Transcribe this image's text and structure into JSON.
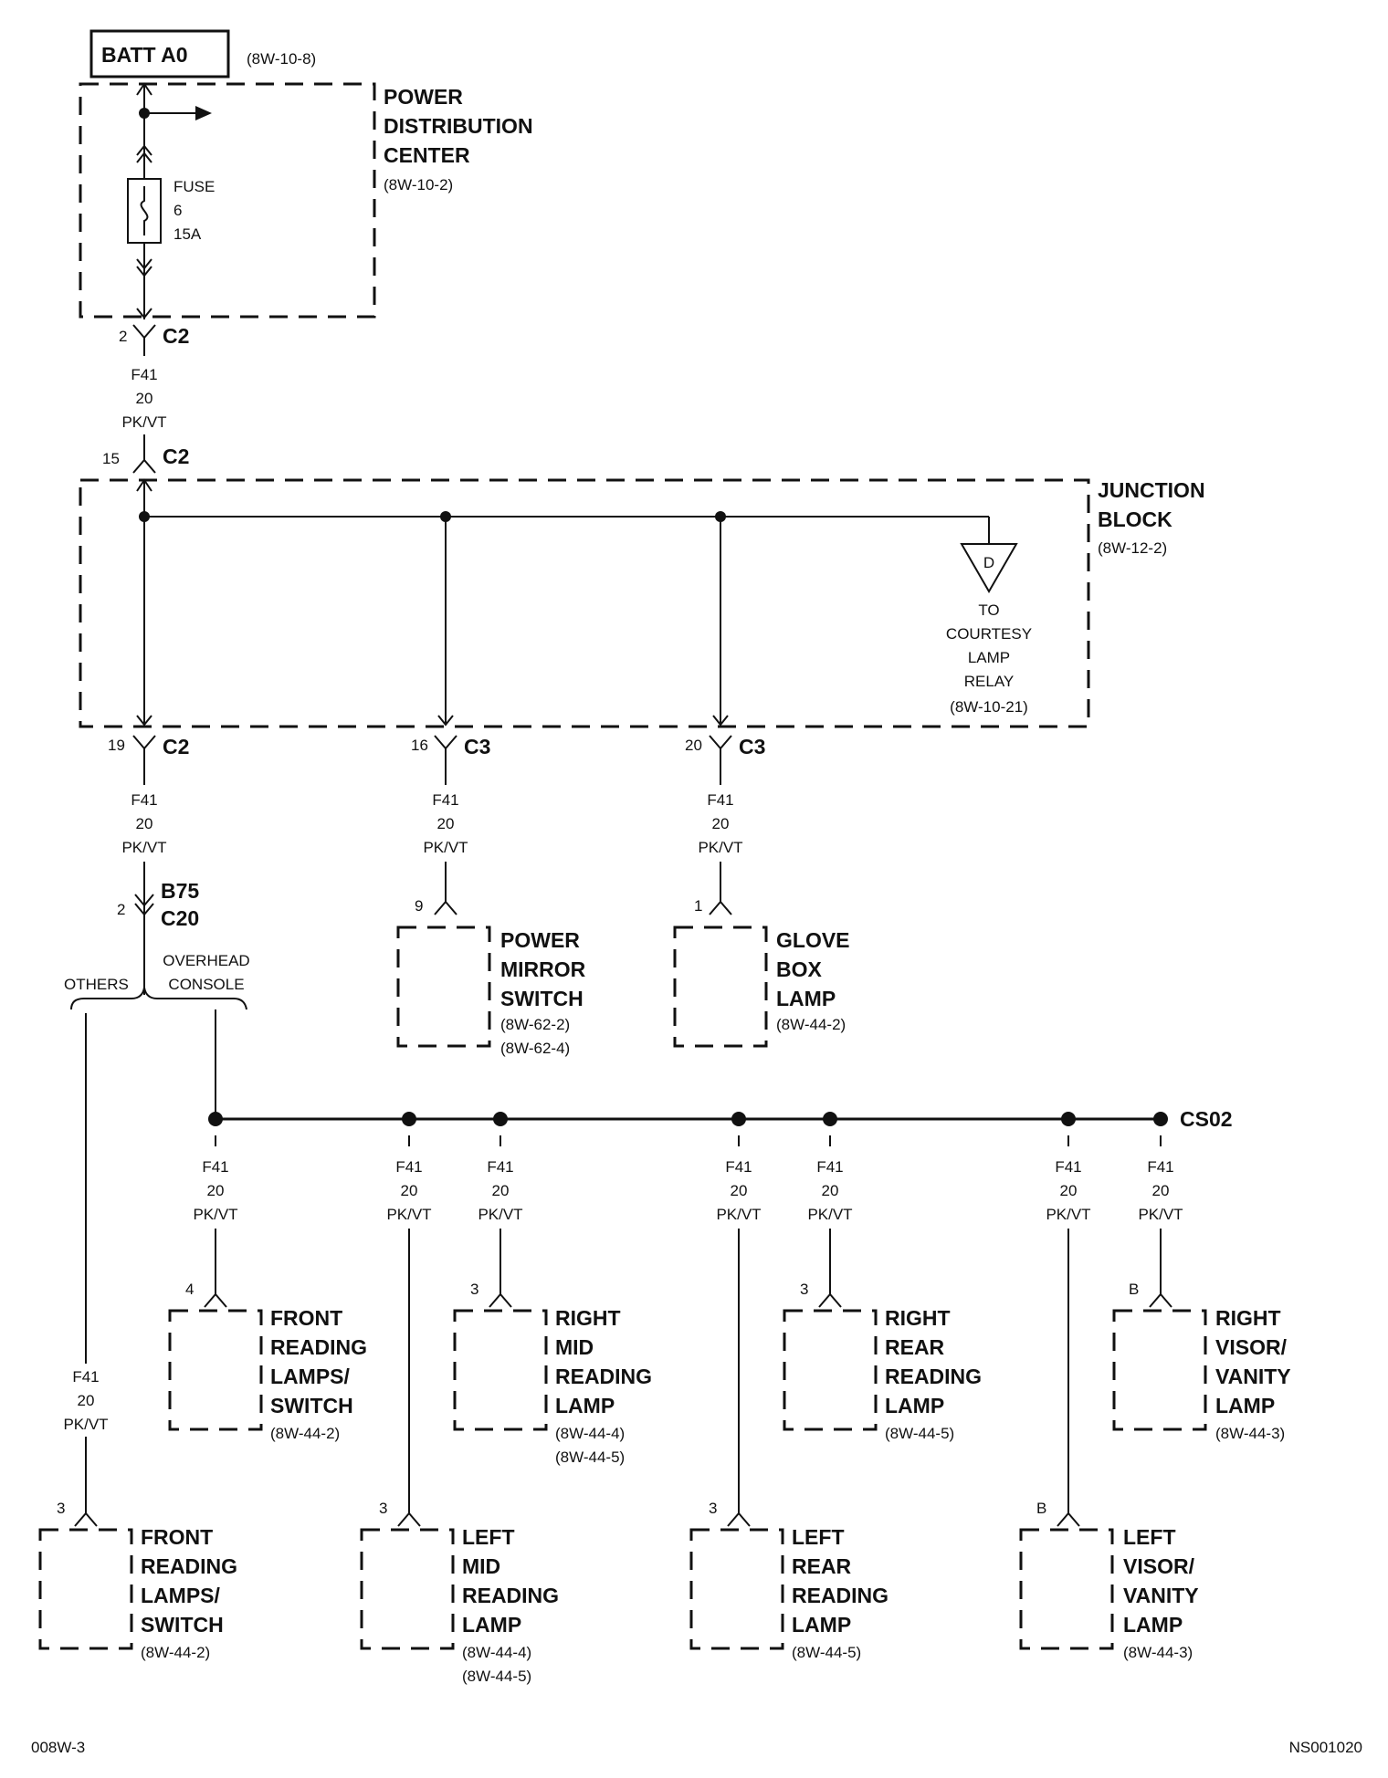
{
  "batt": {
    "label": "BATT A0",
    "ref": "(8W-10-8)"
  },
  "pdc": {
    "name": [
      "POWER",
      "DISTRIBUTION",
      "CENTER"
    ],
    "ref": "(8W-10-2)"
  },
  "fuse": {
    "lines": [
      "FUSE",
      "6",
      "15A"
    ]
  },
  "jb": {
    "name": [
      "JUNCTION",
      "BLOCK"
    ],
    "ref": "(8W-12-2)"
  },
  "courtesy": {
    "tag": "D",
    "lines": [
      "TO",
      "COURTESY",
      "LAMP",
      "RELAY",
      "(8W-10-21)"
    ]
  },
  "connectors": {
    "pdc_out": {
      "pin": "2",
      "name": "C2"
    },
    "jb_in": {
      "pin": "15",
      "name": "C2"
    },
    "jb_out1": {
      "pin": "19",
      "name": "C2"
    },
    "jb_out2": {
      "pin": "16",
      "name": "C3"
    },
    "jb_out3": {
      "pin": "20",
      "name": "C3"
    },
    "inline": {
      "pin": "2",
      "name": "B75",
      "name2": "C20"
    }
  },
  "wire": {
    "circuit": "F41",
    "gauge": "20",
    "color": "PK/VT"
  },
  "branches": {
    "left": "OTHERS",
    "right": [
      "OVERHEAD",
      "CONSOLE"
    ]
  },
  "splice": "CS02",
  "components": {
    "mirror": {
      "pin": "9",
      "name": [
        "POWER",
        "MIRROR",
        "SWITCH"
      ],
      "refs": [
        "(8W-62-2)",
        "(8W-62-4)"
      ]
    },
    "glove": {
      "pin": "1",
      "name": [
        "GLOVE",
        "BOX",
        "LAMP"
      ],
      "refs": [
        "(8W-44-2)"
      ]
    },
    "front_upper": {
      "pin": "4",
      "name": [
        "FRONT",
        "READING",
        "LAMPS/",
        "SWITCH"
      ],
      "refs": [
        "(8W-44-2)"
      ]
    },
    "right_mid": {
      "pin": "3",
      "name": [
        "RIGHT",
        "MID",
        "READING",
        "LAMP"
      ],
      "refs": [
        "(8W-44-4)",
        "(8W-44-5)"
      ]
    },
    "right_rear": {
      "pin": "3",
      "name": [
        "RIGHT",
        "REAR",
        "READING",
        "LAMP"
      ],
      "refs": [
        "(8W-44-5)"
      ]
    },
    "right_visor": {
      "pin": "B",
      "name": [
        "RIGHT",
        "VISOR/",
        "VANITY",
        "LAMP"
      ],
      "refs": [
        "(8W-44-3)"
      ]
    },
    "front_lower": {
      "pin": "3",
      "name": [
        "FRONT",
        "READING",
        "LAMPS/",
        "SWITCH"
      ],
      "refs": [
        "(8W-44-2)"
      ]
    },
    "left_mid": {
      "pin": "3",
      "name": [
        "LEFT",
        "MID",
        "READING",
        "LAMP"
      ],
      "refs": [
        "(8W-44-4)",
        "(8W-44-5)"
      ]
    },
    "left_rear": {
      "pin": "3",
      "name": [
        "LEFT",
        "REAR",
        "READING",
        "LAMP"
      ],
      "refs": [
        "(8W-44-5)"
      ]
    },
    "left_visor": {
      "pin": "B",
      "name": [
        "LEFT",
        "VISOR/",
        "VANITY",
        "LAMP"
      ],
      "refs": [
        "(8W-44-3)"
      ]
    }
  },
  "footer": {
    "left": "008W-3",
    "right": "NS001020"
  }
}
